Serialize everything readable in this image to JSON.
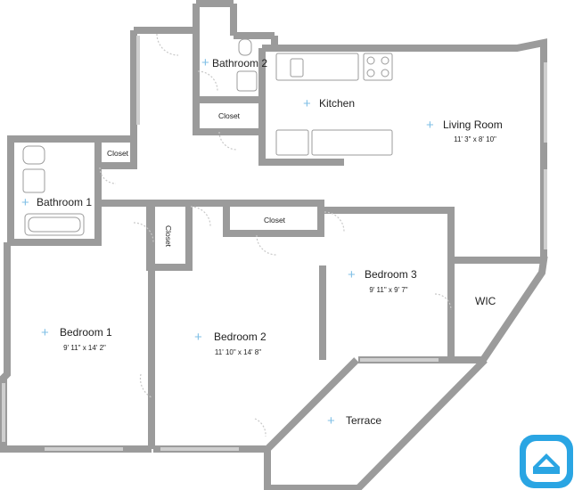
{
  "brand_color": "#2aa5e3",
  "rooms": {
    "bathroom2": {
      "name": "Bathroom 2"
    },
    "kitchen": {
      "name": "Kitchen"
    },
    "living_room": {
      "name": "Living Room",
      "dims": "11' 3\" x 8' 10\""
    },
    "closet_a": {
      "name": "Closet"
    },
    "closet_b": {
      "name": "Closet"
    },
    "closet_c": {
      "name": "Closet"
    },
    "closet_d": {
      "name": "Closet"
    },
    "bathroom1": {
      "name": "Bathroom 1"
    },
    "bedroom1": {
      "name": "Bedroom 1",
      "dims": "9' 11\" x 14' 2\""
    },
    "bedroom2": {
      "name": "Bedroom 2",
      "dims": "11' 10\" x 14' 8\""
    },
    "bedroom3": {
      "name": "Bedroom 3",
      "dims": "9' 11\" x 9' 7\""
    },
    "wic": {
      "name": "WIC"
    },
    "terrace": {
      "name": "Terrace"
    }
  },
  "logo_icon": "house-app-logo-icon"
}
